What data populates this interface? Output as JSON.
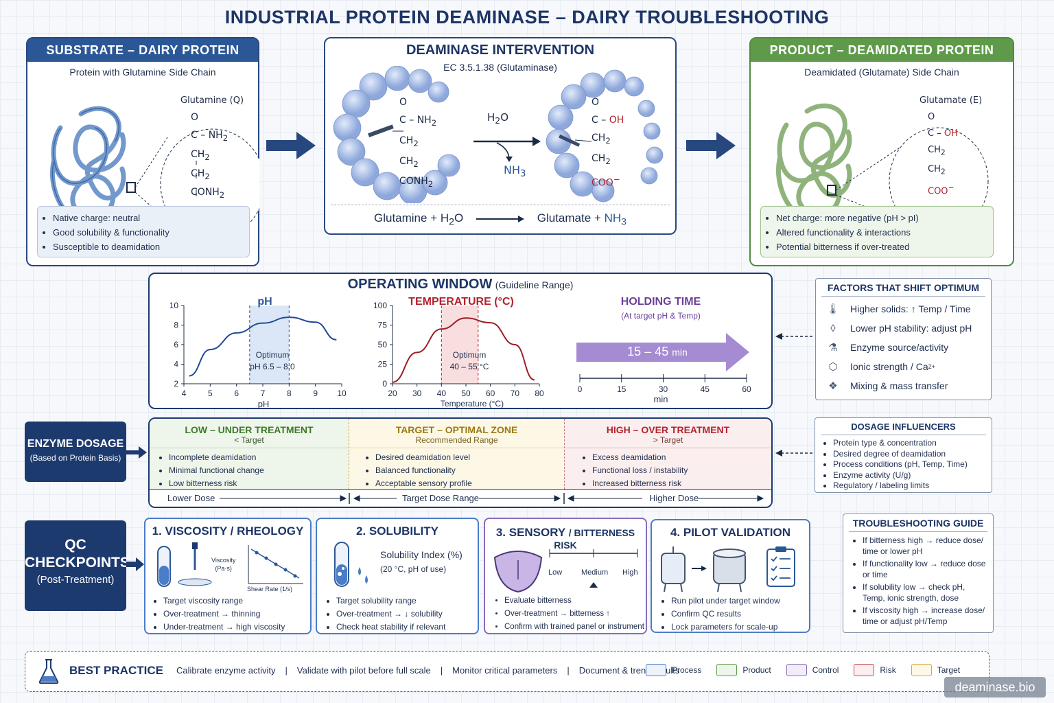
{
  "title": "INDUSTRIAL PROTEIN DEAMINASE – DAIRY TROUBLESHOOTING",
  "substrate": {
    "header": "SUBSTRATE – DAIRY PROTEIN",
    "subtitle": "Protein with Glutamine Side Chain",
    "residue": "Glutamine (Q)",
    "chem": [
      "O",
      "C",
      "NH",
      "2",
      "CH",
      "2",
      "CH",
      "2",
      "CONH",
      "2"
    ],
    "notes": [
      "Native charge: neutral",
      "Good solubility & functionality",
      "Susceptible to deamidation"
    ]
  },
  "deaminase": {
    "header": "DEAMINASE INTERVENTION",
    "ec": "EC 3.5.1.38 (Glutaminase)",
    "left_chem": [
      "O",
      "C",
      "NH",
      "2",
      "CH",
      "2",
      "CH",
      "2",
      "CONH",
      "2"
    ],
    "right_chem": [
      "O",
      "C",
      "OH",
      "CH",
      "2",
      "CH",
      "2",
      "COO",
      "−"
    ],
    "water": "H",
    "water2": "2",
    "water3": "O",
    "ammonia": "NH",
    "ammonia2": "3",
    "eq": {
      "a": "Glutamine",
      "plus1": "+",
      "b": "H",
      "b2": "2",
      "b3": "O",
      "c": "Glutamate",
      "plus2": "+",
      "d": "NH",
      "d2": "3"
    }
  },
  "product": {
    "header": "PRODUCT – DEAMIDATED PROTEIN",
    "subtitle": "Deamidated (Glutamate) Side Chain",
    "residue": "Glutamate (E)",
    "chem": [
      "O",
      "C",
      "OH",
      "CH",
      "2",
      "CH",
      "2",
      "COO",
      "−"
    ],
    "notes": [
      "Net charge: more negative (pH > pI)",
      "Altered functionality & interactions",
      "Potential bitterness if over-treated"
    ]
  },
  "window": {
    "title": "OPERATING WINDOW",
    "title_small": "(Guideline Range)",
    "ph": {
      "label": "pH",
      "opt1": "Optimum",
      "opt2": "pH 6.5 – 8.0",
      "xlabel": "pH"
    },
    "temp": {
      "label": "TEMPERATURE (°C)",
      "opt1": "Optimum",
      "opt2": "40 – 55 °C",
      "xlabel": "Temperature (°C)"
    },
    "hold": {
      "label": "HOLDING TIME",
      "sub": "(At target pH & Temp)",
      "range": "15 – 45",
      "unit": "min",
      "xlabel": "min"
    }
  },
  "chart_data": [
    {
      "type": "line",
      "ylabel": "",
      "xlabel": "pH",
      "x": [
        4.2,
        5,
        6,
        7,
        8,
        9,
        9.8
      ],
      "y": [
        2.8,
        5.5,
        7.2,
        8.2,
        8.8,
        8.3,
        6.5
      ],
      "xticks": [
        4,
        5,
        6,
        7,
        8,
        9,
        10
      ],
      "yticks": [
        2,
        4,
        6,
        8,
        10
      ],
      "xlim": [
        4,
        10
      ],
      "ylim": [
        2,
        10
      ],
      "optimum": [
        6.5,
        8.0
      ]
    },
    {
      "type": "line",
      "ylabel": "",
      "xlabel": "Temperature (°C)",
      "x": [
        20,
        30,
        40,
        50,
        60,
        70,
        78
      ],
      "y": [
        2,
        40,
        70,
        84,
        78,
        50,
        5
      ],
      "xticks": [
        20,
        30,
        40,
        50,
        60,
        70,
        80
      ],
      "yticks": [
        0,
        25,
        50,
        75,
        100
      ],
      "xlim": [
        20,
        80
      ],
      "ylim": [
        0,
        100
      ],
      "optimum": [
        40,
        55
      ]
    },
    {
      "type": "range",
      "xticks": [
        0,
        15,
        30,
        45,
        60
      ],
      "xlim": [
        0,
        60
      ],
      "range": [
        15,
        45
      ]
    }
  ],
  "factors": {
    "header": "FACTORS THAT SHIFT OPTIMUM",
    "items": [
      {
        "icon": "thermometer-icon",
        "text": "Higher solids: ↑ Temp / Time"
      },
      {
        "icon": "drop-icon",
        "text": "Lower pH stability: adjust pH"
      },
      {
        "icon": "flask-icon",
        "text": "Enzyme source/activity"
      },
      {
        "icon": "ion-icon",
        "text": "Ionic strength / Ca",
        "sup": "2+"
      },
      {
        "icon": "mixing-icon",
        "text": "Mixing & mass transfer"
      }
    ]
  },
  "dosage": {
    "label": "ENZYME DOSAGE",
    "sub": "(Based on Protein Basis)",
    "zones": [
      {
        "title": "LOW – UNDER TREATMENT",
        "sub": "< Target",
        "items": [
          "Incomplete deamidation",
          "Minimal functional change",
          "Low bitterness risk"
        ],
        "color": "#3f7a2a"
      },
      {
        "title": "TARGET – OPTIMAL ZONE",
        "sub": "Recommended Range",
        "items": [
          "Desired deamidation level",
          "Balanced functionality",
          "Acceptable sensory profile"
        ],
        "color": "#9a7a12"
      },
      {
        "title": "HIGH – OVER TREATMENT",
        "sub": "> Target",
        "items": [
          "Excess deamidation",
          "Functional loss / instability",
          "Increased bitterness risk"
        ],
        "color": "#b1232d"
      }
    ],
    "scale": [
      "Lower Dose",
      "Target Dose Range",
      "Higher Dose"
    ]
  },
  "influencers": {
    "header": "DOSAGE INFLUENCERS",
    "items": [
      "Protein type & concentration",
      "Desired degree of deamidation",
      "Process conditions (pH, Temp, Time)",
      "Enzyme activity (U/g)",
      "Regulatory / labeling limits"
    ]
  },
  "qc": {
    "label1": "QC",
    "label2": "CHECKPOINTS",
    "sub": "(Post-Treatment)",
    "visc": {
      "title": "1. VISCOSITY / RHEOLOGY",
      "axis1": "Viscosity",
      "axis2": "(Pa·s)",
      "xaxis": "Shear Rate (1/s)",
      "items": [
        "Target viscosity range",
        "Over-treatment → thinning",
        "Under-treatment → high viscosity"
      ]
    },
    "sol": {
      "title": "2. SOLUBILITY",
      "idx": "Solubility Index (%)",
      "cond": "(20 °C, pH of use)",
      "items": [
        "Target solubility range",
        "Over-treatment → ↓ solubility",
        "Check heat stability if relevant"
      ]
    },
    "sens": {
      "title": "3. SENSORY",
      "title2": "/ BITTERNESS RISK",
      "low": "Low",
      "med": "Medium",
      "high": "High",
      "items": [
        "Evaluate bitterness",
        "Over-treatment → bitterness ↑",
        "Confirm with trained panel or instrument"
      ]
    },
    "pilot": {
      "title": "4. PILOT VALIDATION",
      "items": [
        "Run pilot under target window",
        "Confirm QC results",
        "Lock parameters for scale-up"
      ]
    }
  },
  "trouble": {
    "header": "TROUBLESHOOTING GUIDE",
    "items": [
      "If bitterness high → reduce dose/ time or lower pH",
      "If functionality low → reduce dose or time",
      "If solubility low → check pH, Temp, ionic strength, dose",
      "If viscosity high → increase dose/ time or adjust pH/Temp"
    ]
  },
  "best": {
    "label": "BEST PRACTICE",
    "items": [
      "Calibrate enzyme activity",
      "Validate with pilot before full scale",
      "Monitor critical parameters",
      "Document & trend results"
    ],
    "sep": "|",
    "legend": [
      {
        "label": "Process",
        "color": "#4a7cc8"
      },
      {
        "label": "Product",
        "color": "#5f9a4a"
      },
      {
        "label": "Control",
        "color": "#8a6cb8"
      },
      {
        "label": "Risk",
        "color": "#c0474c"
      },
      {
        "label": "Target",
        "color": "#d8a73a"
      }
    ]
  },
  "watermark": "deaminase.bio"
}
